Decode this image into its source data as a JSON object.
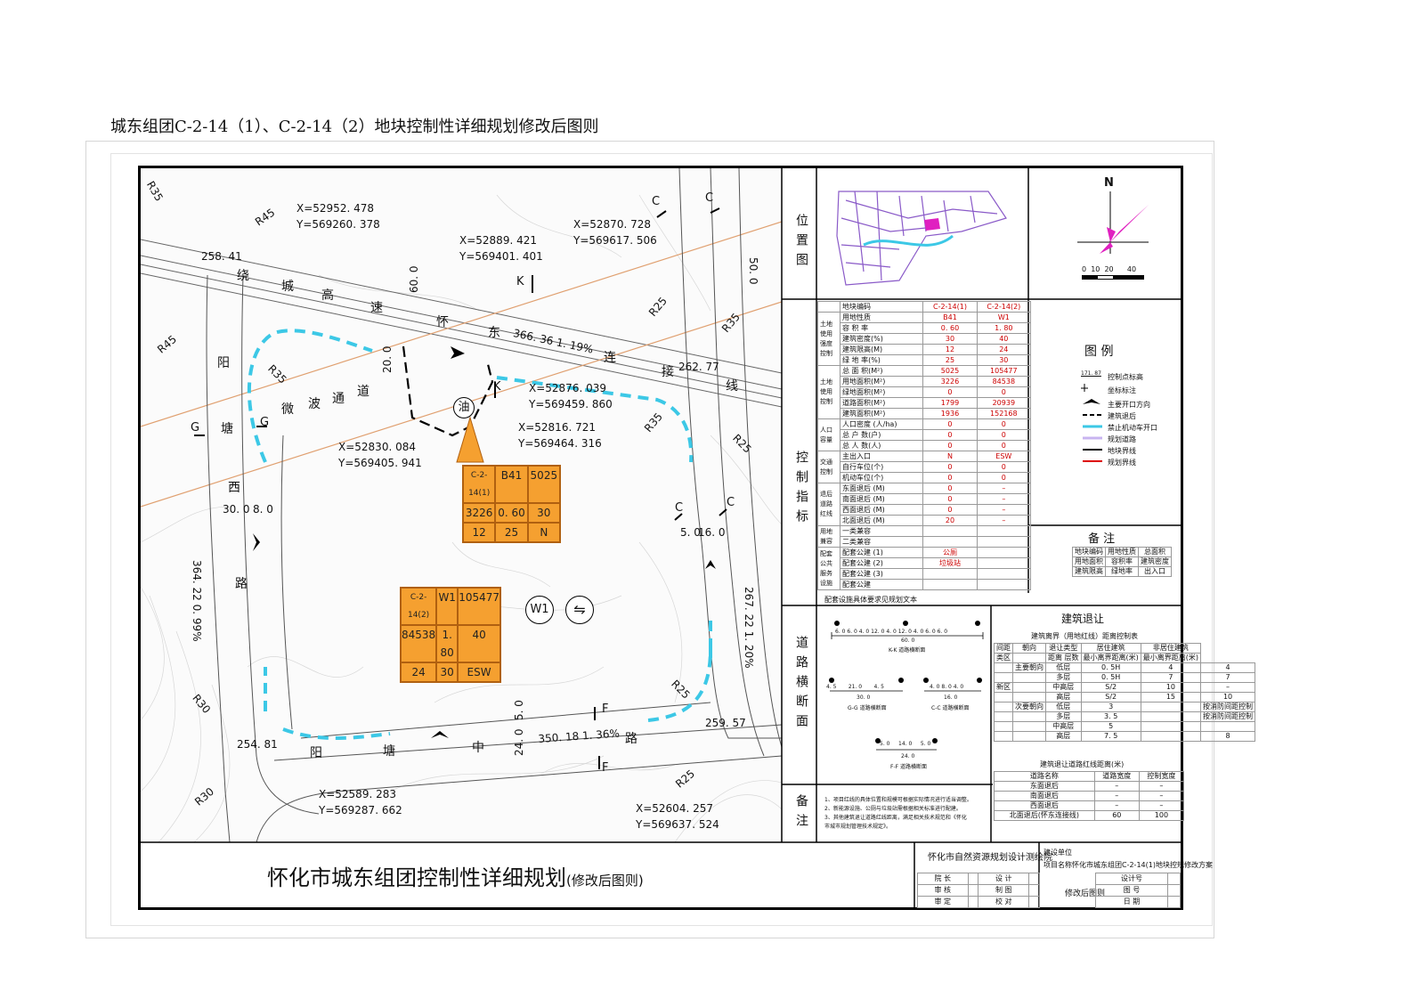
{
  "doc_title": "城东组团C-2-14（1）、C-2-14（2）地块控制性详细规划修改后图则",
  "map": {
    "coords": [
      {
        "x": "X=52952. 478",
        "y": "Y=569260. 378"
      },
      {
        "x": "X=52889. 421",
        "y": "Y=569401. 401"
      },
      {
        "x": "X=52870. 728",
        "y": "Y=569617. 506"
      },
      {
        "x": "X=52876. 039",
        "y": "Y=569459. 860"
      },
      {
        "x": "X=52816. 721",
        "y": "Y=569464. 316"
      },
      {
        "x": "X=52830. 084",
        "y": "Y=569405. 941"
      },
      {
        "x": "X=52589. 283",
        "y": "Y=569287. 662"
      },
      {
        "x": "X=52604. 257",
        "y": "Y=569637. 524"
      }
    ],
    "road_chars": {
      "north": [
        "绕",
        "城",
        "高",
        "速",
        "怀",
        "东",
        "连",
        "接",
        "线"
      ],
      "west": [
        "阳",
        "塘",
        "西",
        "路"
      ],
      "south": [
        "阳",
        "塘",
        "中",
        "路"
      ],
      "microwave": [
        "微",
        "波",
        "通",
        "道"
      ]
    },
    "labels": {
      "r35_a": "R35",
      "r45_a": "R45",
      "r45_b": "R45",
      "r35_b": "R35",
      "r25_a": "R25",
      "r35_c": "R35",
      "r35_d": "R35",
      "r25_b": "R25",
      "r25_c": "R25",
      "r30_a": "R30",
      "r30_b": "R30",
      "r25_d": "R25",
      "elev_25841": "258. 41",
      "elev_26277": "262. 77",
      "elev_25481": "254. 81",
      "elev_25957": "259. 57",
      "road_north": "366. 36  1. 19%",
      "road_south": "350. 18  1. 36%",
      "road_west": "364. 22  0. 99%",
      "road_east": "267. 22  1. 20%",
      "w60": "60. 0",
      "w200": "20. 0",
      "w500": "50. 0",
      "w300": "30. 0",
      "w80": "8. 0",
      "w50a": "5. 0",
      "w160": "16. 0",
      "w50b": "5. 0",
      "w240": "24. 0",
      "c1": "C",
      "c2": "C",
      "c3": "C",
      "c4": "C",
      "k1": "K",
      "k2": "K",
      "g1": "G",
      "g2": "G",
      "f1": "F",
      "f2": "F",
      "oil": "油",
      "w1": "W1"
    },
    "parcel1": [
      "C-2-14(1)",
      "B41",
      "5025",
      "3226",
      "0. 60",
      "30",
      "12",
      "25",
      "N"
    ],
    "parcel2": [
      "C-2-14(2)",
      "W1",
      "105477",
      "84538",
      "1. 80",
      "40",
      "24",
      "30",
      "ESW"
    ]
  },
  "panels": {
    "location": "位置图",
    "control": "控制指标",
    "road_section": "道路横断面",
    "notes": "备注"
  },
  "north": {
    "n": "N",
    "scale": [
      "0",
      "10",
      "20",
      "40"
    ]
  },
  "legend": {
    "title": "图  例",
    "items": [
      "控制点标高",
      "坐标标注",
      "主要开口方向",
      "建筑退后",
      "禁止机动车开口",
      "规划道路",
      "地块界线",
      "规划界线"
    ],
    "elev_sample": "171. 87"
  },
  "indicators": {
    "header": [
      "地块编码",
      "C-2-14(1)",
      "C-2-14(2)"
    ],
    "groups": [
      {
        "group": "土地使用强度控制",
        "rows": [
          [
            "用地性质",
            "B41",
            "W1"
          ],
          [
            "容 积 率",
            "0. 60",
            "1. 80"
          ],
          [
            "建筑密度(%)",
            "30",
            "40"
          ],
          [
            "建筑限高(M)",
            "12",
            "24"
          ],
          [
            "绿 地 率(%)",
            "25",
            "30"
          ]
        ]
      },
      {
        "group": "土地使用控制",
        "rows": [
          [
            "总 面 积(M²)",
            "5025",
            "105477"
          ],
          [
            "用地面积(M²)",
            "3226",
            "84538"
          ],
          [
            "绿地面积(M²)",
            "0",
            "0"
          ],
          [
            "道路面积(M²)",
            "1799",
            "20939"
          ],
          [
            "建筑面积(M²)",
            "1936",
            "152168"
          ]
        ]
      },
      {
        "group": "人口容量",
        "rows": [
          [
            "人口密度 (人/ha)",
            "0",
            "0"
          ],
          [
            "总 户 数(户)",
            "0",
            "0"
          ],
          [
            "总 人 数(人)",
            "0",
            "0"
          ]
        ]
      },
      {
        "group": "交通控制",
        "rows": [
          [
            "主出入口",
            "N",
            "ESW"
          ],
          [
            "自行车位(个)",
            "0",
            "0"
          ],
          [
            "机动车位(个)",
            "0",
            "0"
          ]
        ]
      },
      {
        "group": "退后道路红线",
        "rows": [
          [
            "东面退后 (M)",
            "0",
            "–"
          ],
          [
            "南面退后 (M)",
            "0",
            "–"
          ],
          [
            "西面退后 (M)",
            "0",
            "–"
          ],
          [
            "北面退后 (M)",
            "20",
            "–"
          ]
        ]
      },
      {
        "group": "用地兼容",
        "rows": [
          [
            "一类兼容",
            "",
            ""
          ],
          [
            "二类兼容",
            "",
            ""
          ]
        ]
      },
      {
        "group": "配套公共服务设施",
        "rows": [
          [
            "配套公建 (1)",
            "公厕",
            ""
          ],
          [
            "配套公建 (2)",
            "垃圾站",
            ""
          ],
          [
            "配套公建 (3)",
            "",
            ""
          ],
          [
            "配套公建",
            "",
            ""
          ]
        ]
      }
    ],
    "footnote": "配套设施具体要求见规划文本"
  },
  "remarks_box": {
    "title": "备      注",
    "rows": [
      [
        "地块编码",
        "用地性质",
        "总面积"
      ],
      [
        "用地面积",
        "容积率",
        "建筑密度"
      ],
      [
        "建筑限高",
        "绿地率",
        "出入口"
      ]
    ]
  },
  "setback": {
    "title": "建筑退让",
    "subtitle": "建筑离界（用地红线）距离控制表",
    "head": [
      "间距",
      "朝向",
      "退让类型",
      "居住建筑",
      "非居住建筑"
    ],
    "head2": [
      "类区",
      "",
      "距离 层数",
      "最小离界距离(米)",
      "最小离界距离(米)"
    ],
    "rows": [
      [
        "",
        "主要朝向",
        "低层",
        "0. 5H",
        "4",
        "4"
      ],
      [
        "",
        "",
        "多层",
        "0. 5H",
        "7",
        "7"
      ],
      [
        "新区",
        "",
        "中高层",
        "S/2",
        "10",
        "–"
      ],
      [
        "",
        "",
        "高层",
        "S/2",
        "15",
        "10"
      ],
      [
        "",
        "次要朝向",
        "低层",
        "3",
        "",
        "按消防间距控制"
      ],
      [
        "",
        "",
        "多层",
        "3. 5",
        "",
        "按消防间距控制"
      ],
      [
        "",
        "",
        "中高层",
        "5",
        "",
        ""
      ],
      [
        "",
        "",
        "高层",
        "7. 5",
        "",
        "8"
      ]
    ],
    "road_title": "建筑退让道路红线距离(米)",
    "road_head": [
      "道路名称",
      "道路宽度",
      "控制宽度"
    ],
    "road_rows": [
      [
        "东面退后",
        "–",
        "–"
      ],
      [
        "南面退后",
        "–",
        "–"
      ],
      [
        "西面退后",
        "–",
        "–"
      ],
      [
        "北面退后(怀东连接线)",
        "60",
        "100"
      ]
    ]
  },
  "sections": {
    "kk": {
      "dims": [
        "6. 0",
        "6. 0",
        "4. 0",
        "12. 0",
        "4. 0",
        "12. 0",
        "4. 0",
        "6. 0",
        "6. 0"
      ],
      "total": "60. 0",
      "name": "K-K 道路横断面"
    },
    "gg": {
      "dims": [
        "4. 5",
        "21. 0",
        "4. 5"
      ],
      "total": "30. 0",
      "name": "G-G 道路横断面"
    },
    "cc": {
      "dims": [
        "4. 0",
        "8. 0",
        "4. 0"
      ],
      "total": "16. 0",
      "name": "C-C 道路横断面"
    },
    "ff": {
      "dims": [
        "5. 0",
        "14. 0",
        "5. 0"
      ],
      "total": "24. 0",
      "name": "F-F 道路横断面"
    }
  },
  "notes_text": [
    "1、项目红线的具体位置和规模可根据实际情况进行适当调整。",
    "2、新能源设施、公厕与垃圾站需根据相关标准进行配建。",
    "3、其他建筑退让道路红线距离，满足相关技术规范和《怀化",
    "市城市规划管理技术规定》。"
  ],
  "footer": {
    "title": "怀化市城东组团控制性详细规划",
    "title_suffix": "(修改后图则)",
    "institute": "怀化市自然资源规划设计测绘院",
    "build_unit_label": "建设单位",
    "project_label": "项目名称",
    "project_name": "怀化市城东组团C-2-14(1)地块控规修改方案",
    "sign": [
      [
        "院 长",
        "",
        "设 计",
        ""
      ],
      [
        "审 核",
        "",
        "制 图",
        ""
      ],
      [
        "审 定",
        "",
        "校 对",
        ""
      ]
    ],
    "drawing_name": "修改后图则",
    "right_labels": [
      "设计号",
      "图 号",
      "日 期"
    ]
  }
}
